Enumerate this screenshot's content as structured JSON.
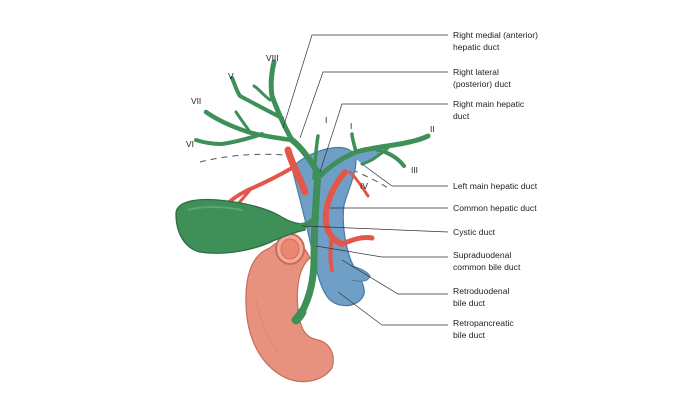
{
  "segments": {
    "viii": "VIII",
    "v": "V",
    "vii": "VII",
    "vi": "VI",
    "i_right": "I",
    "i_left": "I",
    "ii": "II",
    "iii": "III",
    "iv": "IV"
  },
  "labels": {
    "right_medial": [
      "Right medial (anterior)",
      "hepatic duct"
    ],
    "right_lateral": [
      "Right lateral",
      "(posterior) duct"
    ],
    "right_main": [
      "Right main hepatic",
      "duct"
    ],
    "left_main": [
      "Left main hepatic duct"
    ],
    "common_hepatic": [
      "Common hepatic duct"
    ],
    "cystic": [
      "Cystic duct"
    ],
    "supraduodenal": [
      "Supraduodenal",
      "common bile duct"
    ],
    "retroduodenal": [
      "Retroduodenal",
      "bile duct"
    ],
    "retropancreatic": [
      "Retropancreatic",
      "bile duct"
    ]
  },
  "colors": {
    "bile_duct": "#3f8f58",
    "bile_duct_dark": "#2c6e40",
    "portal_vein": "#6f9fc6",
    "hepatic_artery": "#e2574a",
    "duodenum": "#e7927f",
    "duodenum_dark": "#c86c5a"
  }
}
